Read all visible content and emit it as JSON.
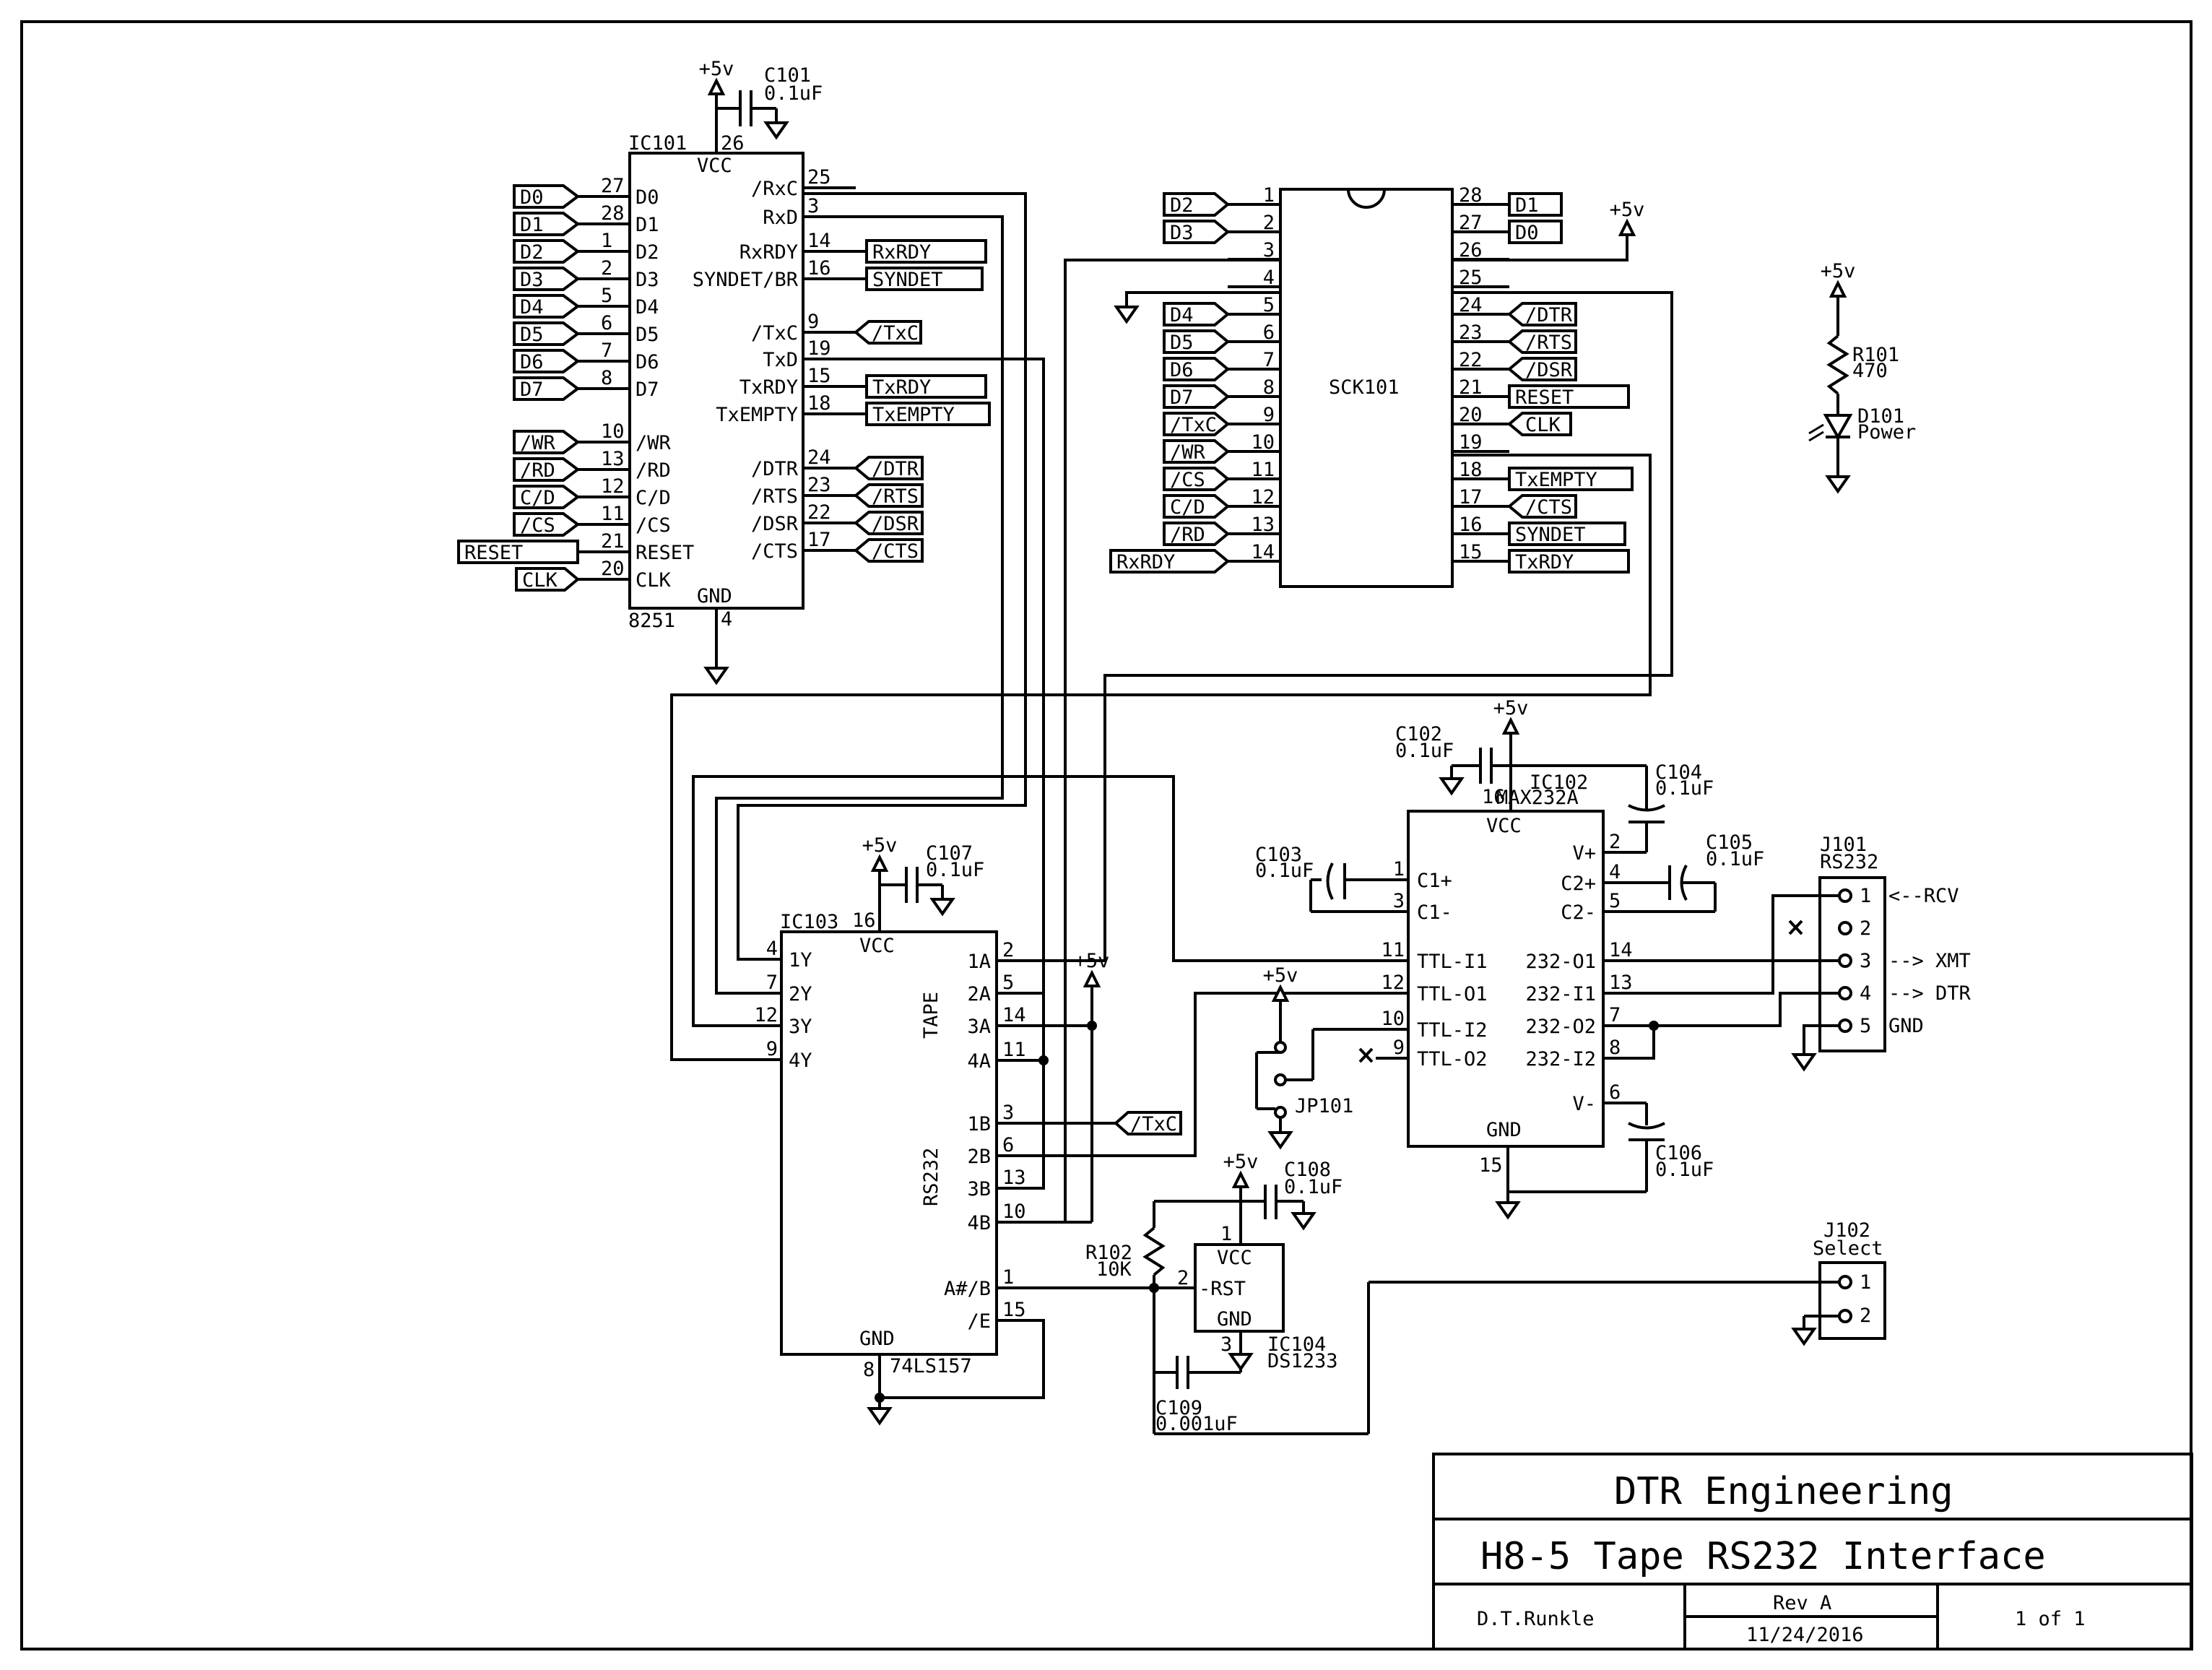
{
  "supply_label": "+5v",
  "nets": {
    "d0": "D0",
    "d1": "D1",
    "d2": "D2",
    "d3": "D3",
    "d4": "D4",
    "d5": "D5",
    "d6": "D6",
    "d7": "D7",
    "wr": "/WR",
    "rd": "/RD",
    "cd": "C/D",
    "cs": "/CS",
    "reset": "RESET",
    "clk": "CLK",
    "rxrdy": "RxRDY",
    "syndet": "SYNDET",
    "txc": "/TxC",
    "txrdy": "TxRDY",
    "txempty": "TxEMPTY",
    "dtr": "/DTR",
    "rts": "/RTS",
    "dsr": "/DSR",
    "cts": "/CTS"
  },
  "ic101": {
    "ref": "IC101",
    "part": "8251",
    "vcc": "VCC",
    "gnd": "GND",
    "pin_vcc": "26",
    "pin_gnd": "4",
    "left": [
      {
        "pin": "27",
        "name": "D0"
      },
      {
        "pin": "28",
        "name": "D1"
      },
      {
        "pin": "1",
        "name": "D2"
      },
      {
        "pin": "2",
        "name": "D3"
      },
      {
        "pin": "5",
        "name": "D4"
      },
      {
        "pin": "6",
        "name": "D5"
      },
      {
        "pin": "7",
        "name": "D6"
      },
      {
        "pin": "8",
        "name": "D7"
      },
      {
        "pin": "10",
        "name": "/WR"
      },
      {
        "pin": "13",
        "name": "/RD"
      },
      {
        "pin": "12",
        "name": "C/D"
      },
      {
        "pin": "11",
        "name": "/CS"
      },
      {
        "pin": "21",
        "name": "RESET"
      },
      {
        "pin": "20",
        "name": "CLK"
      }
    ],
    "right": [
      {
        "pin": "25",
        "name": "/RxC"
      },
      {
        "pin": "3",
        "name": "RxD"
      },
      {
        "pin": "14",
        "name": "RxRDY"
      },
      {
        "pin": "16",
        "name": "SYNDET/BR"
      },
      {
        "pin": "9",
        "name": "/TxC"
      },
      {
        "pin": "19",
        "name": "TxD"
      },
      {
        "pin": "15",
        "name": "TxRDY"
      },
      {
        "pin": "18",
        "name": "TxEMPTY"
      },
      {
        "pin": "24",
        "name": "/DTR"
      },
      {
        "pin": "23",
        "name": "/RTS"
      },
      {
        "pin": "22",
        "name": "/DSR"
      },
      {
        "pin": "17",
        "name": "/CTS"
      }
    ]
  },
  "c101": {
    "ref": "C101",
    "value": "0.1uF"
  },
  "sck101": {
    "ref": "SCK101",
    "left_pins": [
      "1",
      "2",
      "3",
      "4",
      "5",
      "6",
      "7",
      "8",
      "9",
      "10",
      "11",
      "12",
      "13",
      "14"
    ],
    "right_pins": [
      "28",
      "27",
      "26",
      "25",
      "24",
      "23",
      "22",
      "21",
      "20",
      "19",
      "18",
      "17",
      "16",
      "15"
    ]
  },
  "r101": {
    "ref": "R101",
    "value": "470"
  },
  "d101": {
    "ref": "D101",
    "value": "Power"
  },
  "ic102": {
    "ref": "IC102",
    "part": "MAX232A",
    "vcc": "VCC",
    "gnd": "GND",
    "pin_vcc": "16",
    "pin_gnd": "15",
    "left": [
      {
        "pin": "1",
        "name": "C1+"
      },
      {
        "pin": "3",
        "name": "C1-"
      },
      {
        "pin": "11",
        "name": "TTL-I1"
      },
      {
        "pin": "12",
        "name": "TTL-O1"
      },
      {
        "pin": "10",
        "name": "TTL-I2"
      },
      {
        "pin": "9",
        "name": "TTL-O2"
      }
    ],
    "right": [
      {
        "pin": "2",
        "name": "V+"
      },
      {
        "pin": "4",
        "name": "C2+"
      },
      {
        "pin": "5",
        "name": "C2-"
      },
      {
        "pin": "14",
        "name": "232-O1"
      },
      {
        "pin": "13",
        "name": "232-I1"
      },
      {
        "pin": "7",
        "name": "232-O2"
      },
      {
        "pin": "8",
        "name": "232-I2"
      },
      {
        "pin": "6",
        "name": "V-"
      }
    ]
  },
  "c102": {
    "ref": "C102",
    "value": "0.1uF"
  },
  "c103": {
    "ref": "C103",
    "value": "0.1uF"
  },
  "c104": {
    "ref": "C104",
    "value": "0.1uF"
  },
  "c105": {
    "ref": "C105",
    "value": "0.1uF"
  },
  "c106": {
    "ref": "C106",
    "value": "0.1uF"
  },
  "c107": {
    "ref": "C107",
    "value": "0.1uF"
  },
  "c108": {
    "ref": "C108",
    "value": "0.1uF"
  },
  "c109": {
    "ref": "C109",
    "value": "0.001uF"
  },
  "r102": {
    "ref": "R102",
    "value": "10K"
  },
  "jp101": {
    "ref": "JP101"
  },
  "j101": {
    "ref": "J101",
    "label": "RS232",
    "pins": [
      "1",
      "2",
      "3",
      "4",
      "5"
    ],
    "signals": [
      "<--RCV",
      "",
      "--> XMT",
      "--> DTR",
      "GND"
    ]
  },
  "j102": {
    "ref": "J102",
    "label": "Select",
    "pins": [
      "1",
      "2"
    ]
  },
  "ic103": {
    "ref": "IC103",
    "part": "74LS157",
    "vcc": "VCC",
    "gnd": "GND",
    "pin_vcc": "16",
    "pin_gnd": "8",
    "left": [
      {
        "pin": "4",
        "name": "1Y"
      },
      {
        "pin": "7",
        "name": "2Y"
      },
      {
        "pin": "12",
        "name": "3Y"
      },
      {
        "pin": "9",
        "name": "4Y"
      }
    ],
    "right": [
      {
        "pin": "2",
        "name": "1A"
      },
      {
        "pin": "5",
        "name": "2A"
      },
      {
        "pin": "14",
        "name": "3A"
      },
      {
        "pin": "11",
        "name": "4A"
      },
      {
        "pin": "3",
        "name": "1B"
      },
      {
        "pin": "6",
        "name": "2B"
      },
      {
        "pin": "13",
        "name": "3B"
      },
      {
        "pin": "10",
        "name": "4B"
      },
      {
        "pin": "1",
        "name": "A#/B"
      },
      {
        "pin": "15",
        "name": "/E"
      }
    ],
    "group_tape": "TAPE",
    "group_rs232": "RS232"
  },
  "ic104": {
    "ref": "IC104",
    "part": "DS1233",
    "vcc": "VCC",
    "rst": "-RST",
    "gnd": "GND",
    "pin_vcc": "1",
    "pin_rst": "2",
    "pin_gnd": "3"
  },
  "title_block": {
    "company": "DTR Engineering",
    "title": "H8-5 Tape RS232 Interface",
    "author": "D.T.Runkle",
    "rev": "Rev A",
    "date": "11/24/2016",
    "sheet": "1 of 1"
  }
}
